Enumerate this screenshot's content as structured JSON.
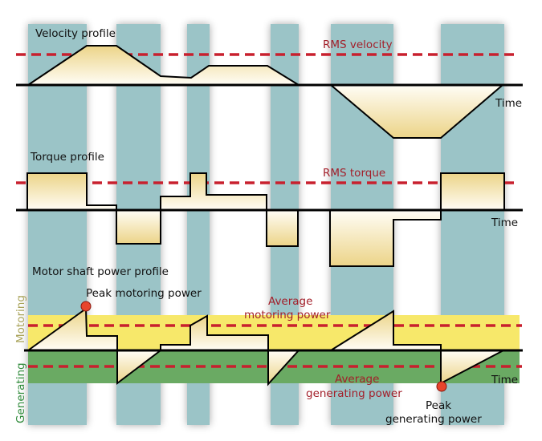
{
  "colors": {
    "phase_band": "#9bc4c7",
    "profile_fill_top": "#ecd488",
    "profile_fill_bottom": "#fffdf6",
    "rms_line": "#c8202e",
    "axis": "#000000",
    "motoring_band": "#f7e86a",
    "generating_band": "#6aaa63",
    "peak_marker": "#e8452c",
    "motoring_label": "#a9a35a",
    "generating_label": "#2f8a3a",
    "annotation_red": "#a31f2a"
  },
  "velocity": {
    "title": "Velocity profile",
    "rms_label": "RMS velocity",
    "axis_label": "Time"
  },
  "torque": {
    "title": "Torque profile",
    "rms_label": "RMS torque",
    "axis_label": "Time"
  },
  "power": {
    "title": "Motor shaft power profile",
    "peak_motoring_label": "Peak motoring power",
    "avg_motoring_label_1": "Average",
    "avg_motoring_label_2": "motoring power",
    "avg_generating_label_1": "Average",
    "avg_generating_label_2": "generating power",
    "peak_generating_label_1": "Peak",
    "peak_generating_label_2": "generating power",
    "axis_label": "Time",
    "motoring_band_label": "Motoring",
    "generating_band_label": "Generating"
  }
}
